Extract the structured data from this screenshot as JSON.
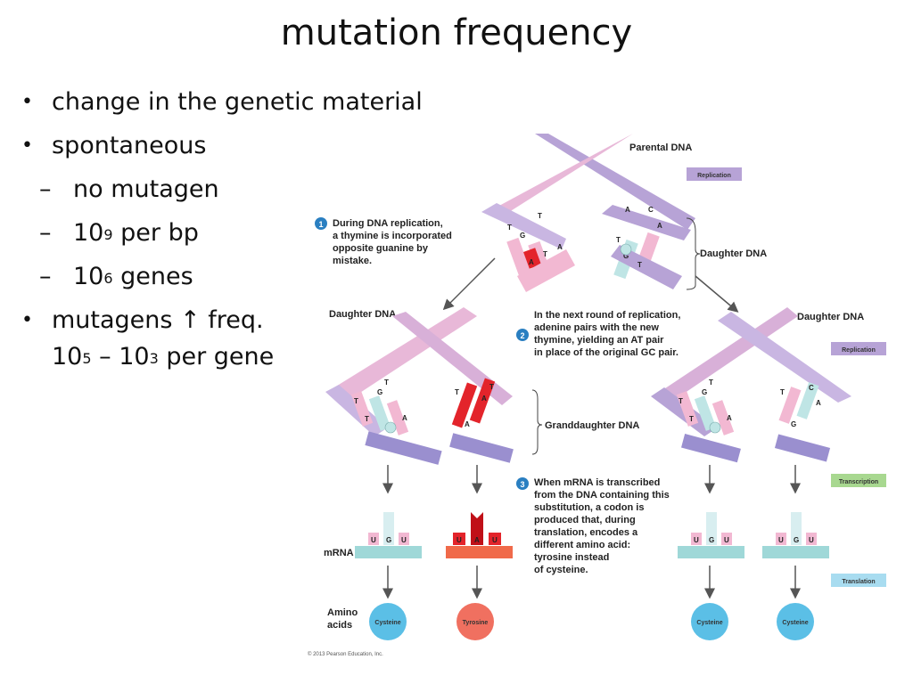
{
  "title": "mutation frequency",
  "bullets": {
    "b1": "change in the genetic material",
    "b2": "spontaneous",
    "s1": "no mutagen",
    "s2_pre": "10",
    "s2_sup": "9",
    "s2_post": " per bp",
    "s3_pre": "10",
    "s3_sup": "6",
    "s3_post": " genes",
    "b3": "mutagens ↑ freq.",
    "b3_l2_a": "10",
    "b3_l2_sup1": "5",
    "b3_l2_b": " – 10",
    "b3_l2_sup2": "3",
    "b3_l2_c": " per gene"
  },
  "figure": {
    "parental_dna": "Parental DNA",
    "replication": "Replication",
    "daughter_dna": "Daughter DNA",
    "granddaughter_dna": "Granddaughter DNA",
    "transcription": "Transcription",
    "translation": "Translation",
    "mrna": "mRNA",
    "amino_1": "Amino",
    "amino_2": "acids",
    "step1_num": "1",
    "step1": [
      "During DNA replication,",
      "a thymine is incorporated",
      "opposite guanine by",
      "mistake."
    ],
    "step2_num": "2",
    "step2": [
      "In the next round of replication,",
      "adenine pairs with the new",
      "thymine, yielding an AT pair",
      "in place of the original GC pair."
    ],
    "step3_num": "3",
    "step3": [
      "When mRNA is transcribed",
      "from the DNA containing this",
      "substitution, a codon is",
      "produced that, during",
      "translation, encodes a",
      "different amino acid:",
      "tyrosine instead",
      "of cysteine."
    ],
    "cysteine": "Cysteine",
    "tyrosine": "Tyrosine",
    "codon_ugu": [
      "U",
      "G",
      "U"
    ],
    "codon_uau": [
      "U",
      "A",
      "U"
    ],
    "base_g": "G",
    "base_c": "C",
    "base_t": "T",
    "base_a": "A",
    "copyright": "© 2013 Pearson Education, Inc.",
    "colors": {
      "purple": "#b7a3d6",
      "pink": "#f2b8d2",
      "red": "#e3242b",
      "teal": "#9fd8d8",
      "cysteine": "#5bbfe6",
      "tyrosine": "#f07060"
    }
  }
}
